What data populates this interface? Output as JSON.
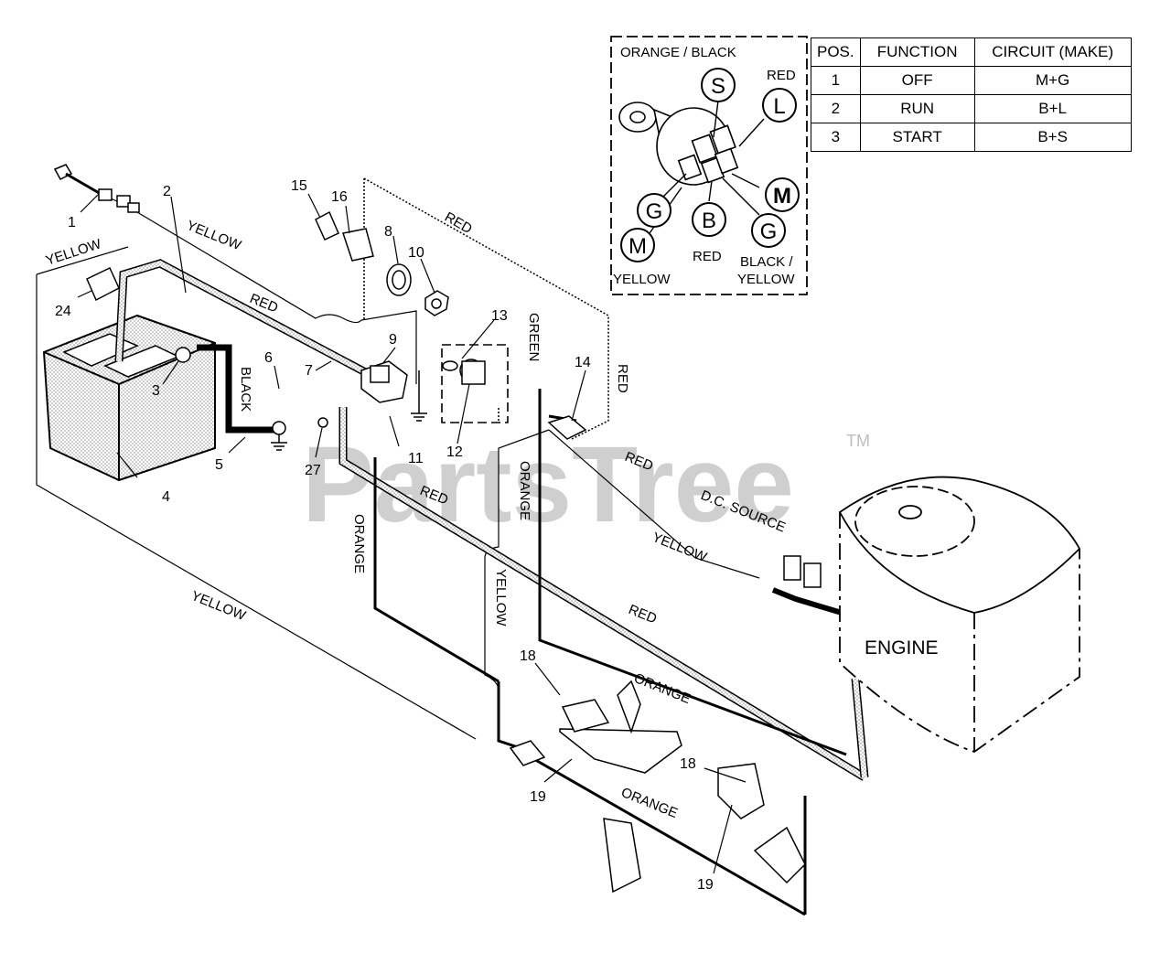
{
  "watermark": {
    "text": "PartsTree",
    "tm": "TM"
  },
  "inset": {
    "wire_labels": {
      "orange_black": "ORANGE / BLACK",
      "red_l": "RED",
      "red_b": "RED",
      "yellow_m": "YELLOW",
      "black_yellow_1": "BLACK /",
      "black_yellow_2": "YELLOW"
    },
    "terminals": {
      "s": "S",
      "l": "L",
      "g1": "G",
      "b": "B",
      "m1": "M",
      "m2": "M",
      "g2": "G"
    }
  },
  "table": {
    "headers": [
      "POS.",
      "FUNCTION",
      "CIRCUIT  (MAKE)"
    ],
    "rows": [
      {
        "pos": "1",
        "function": "OFF",
        "circuit": "M+G"
      },
      {
        "pos": "2",
        "function": "RUN",
        "circuit": "B+L"
      },
      {
        "pos": "3",
        "function": "START",
        "circuit": "B+S"
      }
    ]
  },
  "parts": {
    "p1": "1",
    "p2": "2",
    "p3": "3",
    "p4": "4",
    "p5": "5",
    "p6": "6",
    "p7": "7",
    "p8": "8",
    "p9": "9",
    "p10": "10",
    "p11": "11",
    "p12": "12",
    "p13": "13",
    "p14": "14",
    "p15": "15",
    "p16": "16",
    "p18a": "18",
    "p18b": "18",
    "p19a": "19",
    "p19b": "19",
    "p24": "24",
    "p27": "27"
  },
  "wires": {
    "yellow_a": "YELLOW",
    "yellow_b": "YELLOW",
    "yellow_c": "YELLOW",
    "yellow_d": "YELLOW",
    "yellow_e": "YELLOW",
    "red_a": "RED",
    "red_b": "RED",
    "red_c": "RED",
    "red_d": "RED",
    "red_e": "RED",
    "red_f": "RED",
    "green": "GREEN",
    "black": "BLACK",
    "orange_a": "ORANGE",
    "orange_b": "ORANGE",
    "orange_c": "ORANGE",
    "orange_d": "ORANGE",
    "dc_source": "D.C. SOURCE"
  },
  "engine": "ENGINE"
}
